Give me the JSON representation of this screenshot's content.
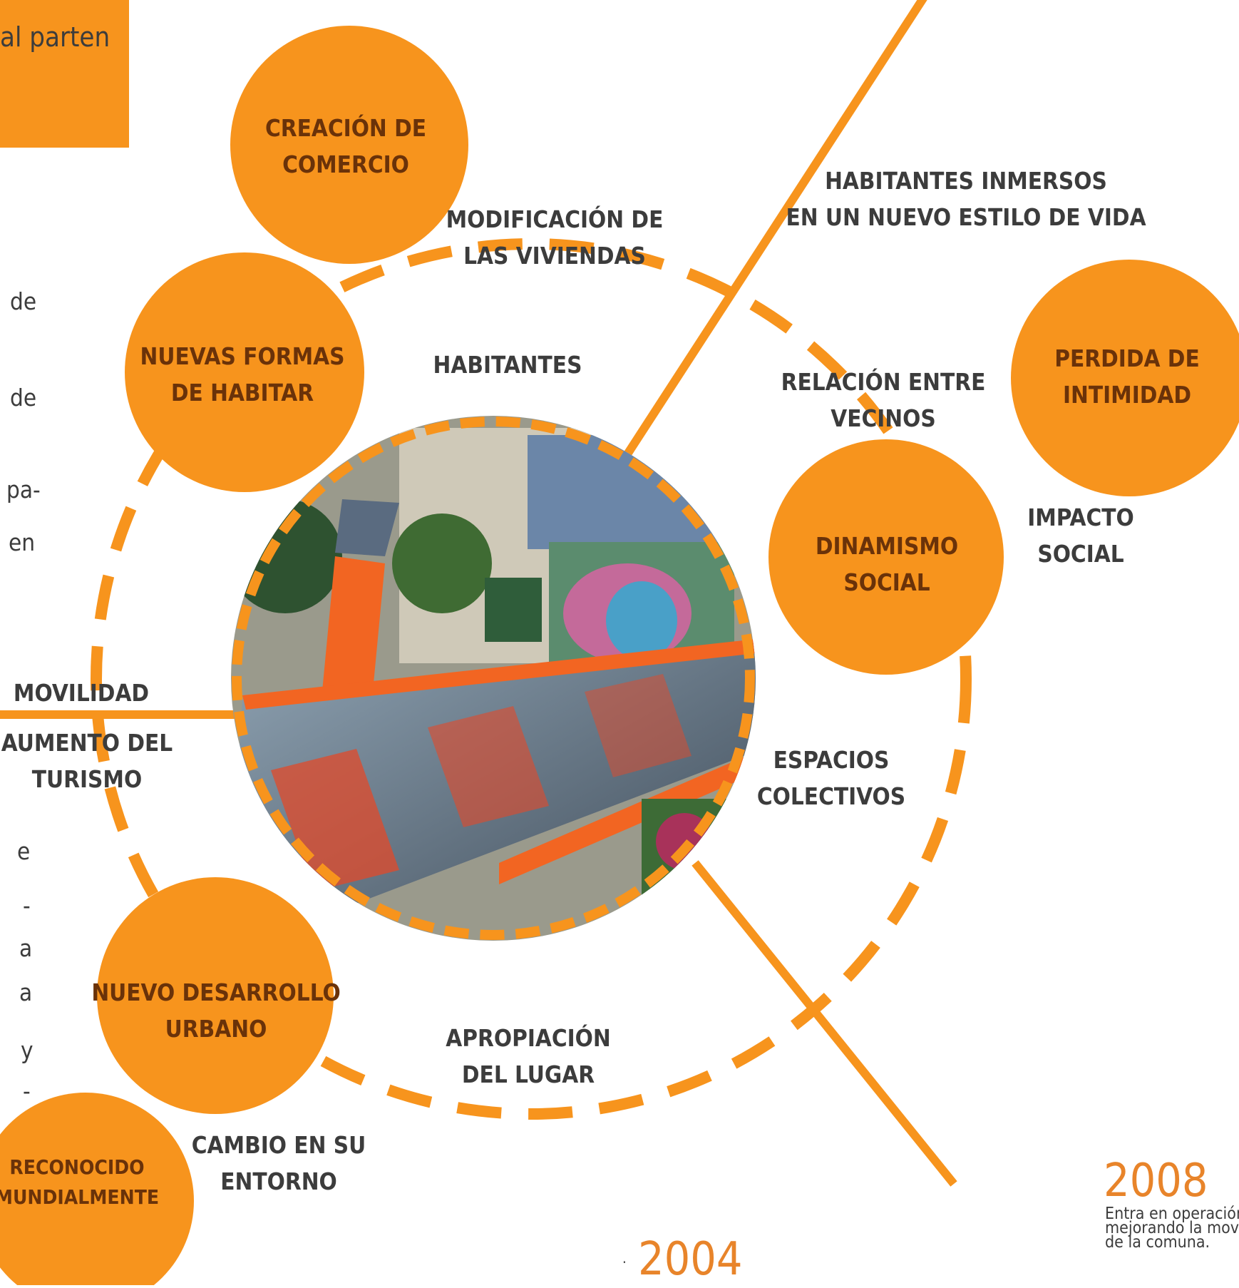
{
  "colors": {
    "orange": "#f7941d",
    "dark_orange": "#e8842a",
    "text": "#3c3c3c",
    "circle_text": "#6a3209"
  },
  "top_box_fragment": "al parten",
  "left_fragments": [
    "de",
    "de",
    "pa-",
    "en",
    "e",
    "-",
    "a",
    "a",
    "y",
    "-"
  ],
  "circles": {
    "creacion_comercio": [
      "CREACIÓN DE",
      "COMERCIO"
    ],
    "nuevas_formas": [
      "NUEVAS FORMAS",
      "DE HABITAR"
    ],
    "perdida_intimidad": [
      "PERDIDA DE",
      "INTIMIDAD"
    ],
    "dinamismo_social": [
      "DINAMISMO",
      "SOCIAL"
    ],
    "nuevo_desarrollo": [
      "NUEVO DESARROLLO",
      "URBANO"
    ],
    "reconocido": [
      "RECONOCIDO",
      "MUNDIALMENTE"
    ]
  },
  "labels": {
    "modificacion": [
      "MODIFICACIÓN DE",
      "LAS VIVIENDAS"
    ],
    "habitantes_inmersos": [
      "HABITANTES INMERSOS",
      "EN UN NUEVO ESTILO DE VIDA"
    ],
    "habitantes": [
      "HABITANTES"
    ],
    "relacion": [
      "RELACIÓN ENTRE",
      "VECINOS"
    ],
    "impacto": [
      "IMPACTO",
      "SOCIAL"
    ],
    "movilidad": [
      "MOVILIDAD"
    ],
    "aumento": [
      "AUMENTO DEL",
      "TURISMO"
    ],
    "espacios": [
      "ESPACIOS",
      "COLECTIVOS"
    ],
    "apropiacion": [
      "APROPIACIÓN",
      "DEL LUGAR"
    ],
    "cambio": [
      "CAMBIO EN SU",
      "ENTORNO"
    ]
  },
  "timeline": {
    "year_2004": "2004",
    "year_2008": "2008",
    "note_2008": [
      "Entra en operación,",
      "mejorando la movil",
      "de la comuna."
    ],
    "dot": "."
  },
  "photo": {
    "description_icon": "escalator-photo"
  }
}
